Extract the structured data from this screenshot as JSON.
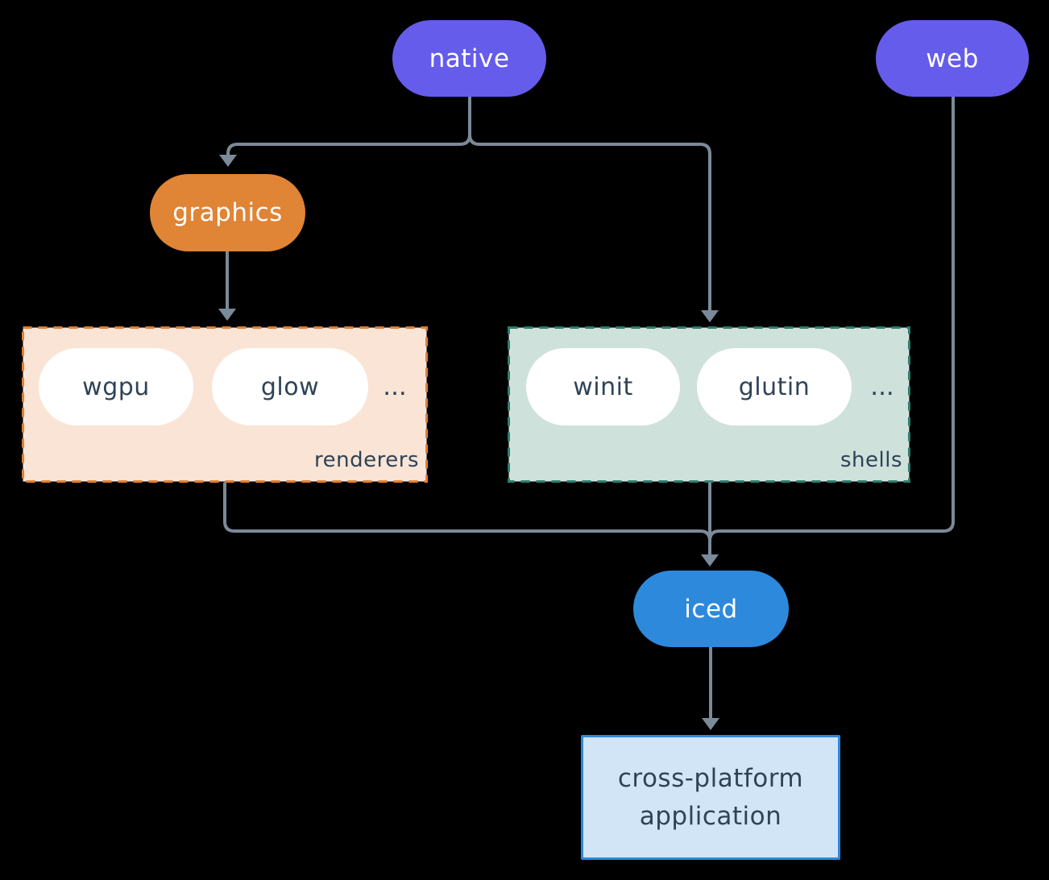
{
  "canvas": {
    "background": "#000000",
    "line_color": "#7b8a99",
    "text_dark": "#2f4356",
    "chip_fill": "#ffffff"
  },
  "nodes": {
    "native": {
      "label": "native",
      "fill": "#655ceb",
      "text": "#ffffff"
    },
    "web": {
      "label": "web",
      "fill": "#655ceb",
      "text": "#ffffff"
    },
    "graphics": {
      "label": "graphics",
      "fill": "#e08435",
      "text": "#ffffff"
    },
    "iced": {
      "label": "iced",
      "fill": "#2d89db",
      "text": "#ffffff"
    },
    "app": {
      "line1": "cross-platform",
      "line2": "application",
      "fill": "#d2e5f6",
      "border": "#2d89db",
      "text": "#2f4356"
    }
  },
  "groups": {
    "renderers": {
      "label": "renderers",
      "fill": "#fae4d5",
      "border": "#e08033",
      "items": [
        {
          "label": "wgpu"
        },
        {
          "label": "glow"
        }
      ],
      "ellipsis": "..."
    },
    "shells": {
      "label": "shells",
      "fill": "#cfe1db",
      "border": "#2f7d6d",
      "items": [
        {
          "label": "winit"
        },
        {
          "label": "glutin"
        }
      ],
      "ellipsis": "..."
    }
  }
}
